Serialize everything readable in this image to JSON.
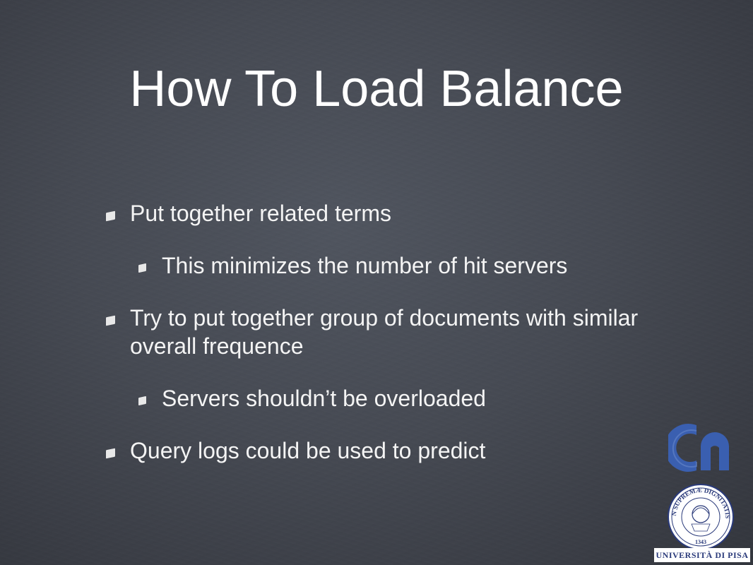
{
  "slide": {
    "title": "How To Load Balance",
    "bullets": [
      {
        "level": 1,
        "text": "Put together related terms"
      },
      {
        "level": 2,
        "text": "This minimizes the number of hit servers"
      },
      {
        "level": 1,
        "text": "Try to put together group of documents with similar overall frequence"
      },
      {
        "level": 2,
        "text": "Servers shouldn’t be overloaded"
      },
      {
        "level": 1,
        "text": "Query logs could be used to predict"
      }
    ]
  },
  "logos": {
    "cnr_icon": "cnr-logo-icon",
    "seal_icon": "university-seal-icon",
    "seal_motto": "IN SUPREMÆ DIGNITATIS",
    "seal_year": "1343",
    "university_name": "UNIVERSITÀ DI PISA"
  },
  "colors": {
    "background": "#464a53",
    "text": "#ffffff",
    "logo_blue": "#2e4a9e"
  }
}
